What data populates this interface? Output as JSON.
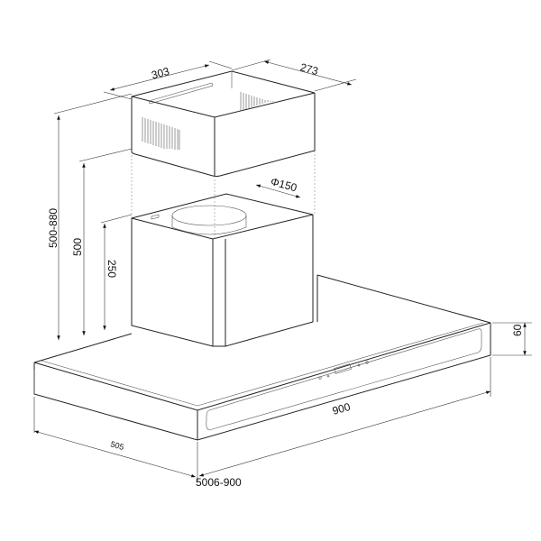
{
  "dimensions": {
    "chimney_width": "303",
    "chimney_depth": "273",
    "duct_diameter": "Φ150",
    "total_height": "500-880",
    "upper_height": "500",
    "lower_height": "250",
    "hood_thickness": "60",
    "hood_width": "900",
    "hood_depth": "505"
  },
  "model_label": "5006-900",
  "colors": {
    "line": "#222222",
    "background": "#ffffff"
  }
}
